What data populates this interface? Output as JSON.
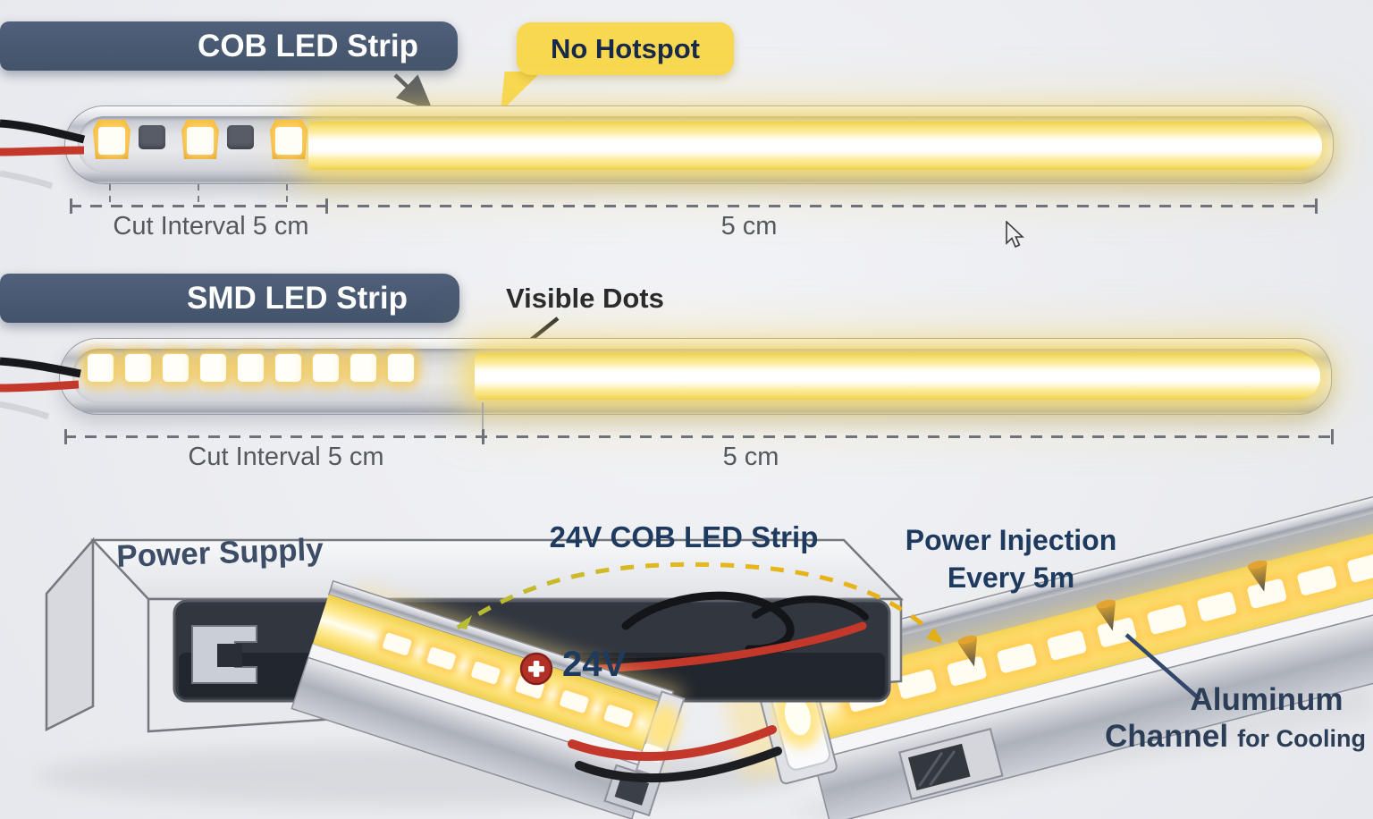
{
  "sections": {
    "cob": {
      "banner": "COB LED Strip",
      "callout": "No Hotspot",
      "cut_label": "Cut Interval 5 cm",
      "span_label": "5 cm"
    },
    "smd": {
      "banner": "SMD LED Strip",
      "callout": "Visible Dots",
      "cut_label": "Cut Interval 5 cm",
      "span_label": "5 cm"
    },
    "wiring": {
      "power_supply": "Power Supply",
      "strip_title": "24V COB LED Strip",
      "injection_line1": "Power Injection",
      "injection_line2": "Every 5m",
      "voltage": "24V",
      "channel_line1": "Aluminum",
      "channel_line2": "Channel",
      "channel_suffix": "for Cooling"
    }
  },
  "colors": {
    "banner_bg": "#47586f",
    "banner_text": "#ffffff",
    "callout_bg": "#f8d850",
    "callout_text": "#17294a",
    "heading_navy": "#1e3a5e",
    "dimension_gray": "#55585e",
    "glow_yellow": "#f5d44f",
    "led_white": "#fffef6",
    "chip_orange": "#e89610",
    "wire_red": "#c4382c",
    "wire_black": "#17181c",
    "plus_red": "#b23028",
    "aluminum_silver": "#d4d6db"
  },
  "icons": {
    "plus_icon": "plus-circle",
    "cursor_icon": "arrow-pointer",
    "callout_arrow": "down-right-arrow",
    "dots_arrow": "down-left-arrow"
  }
}
